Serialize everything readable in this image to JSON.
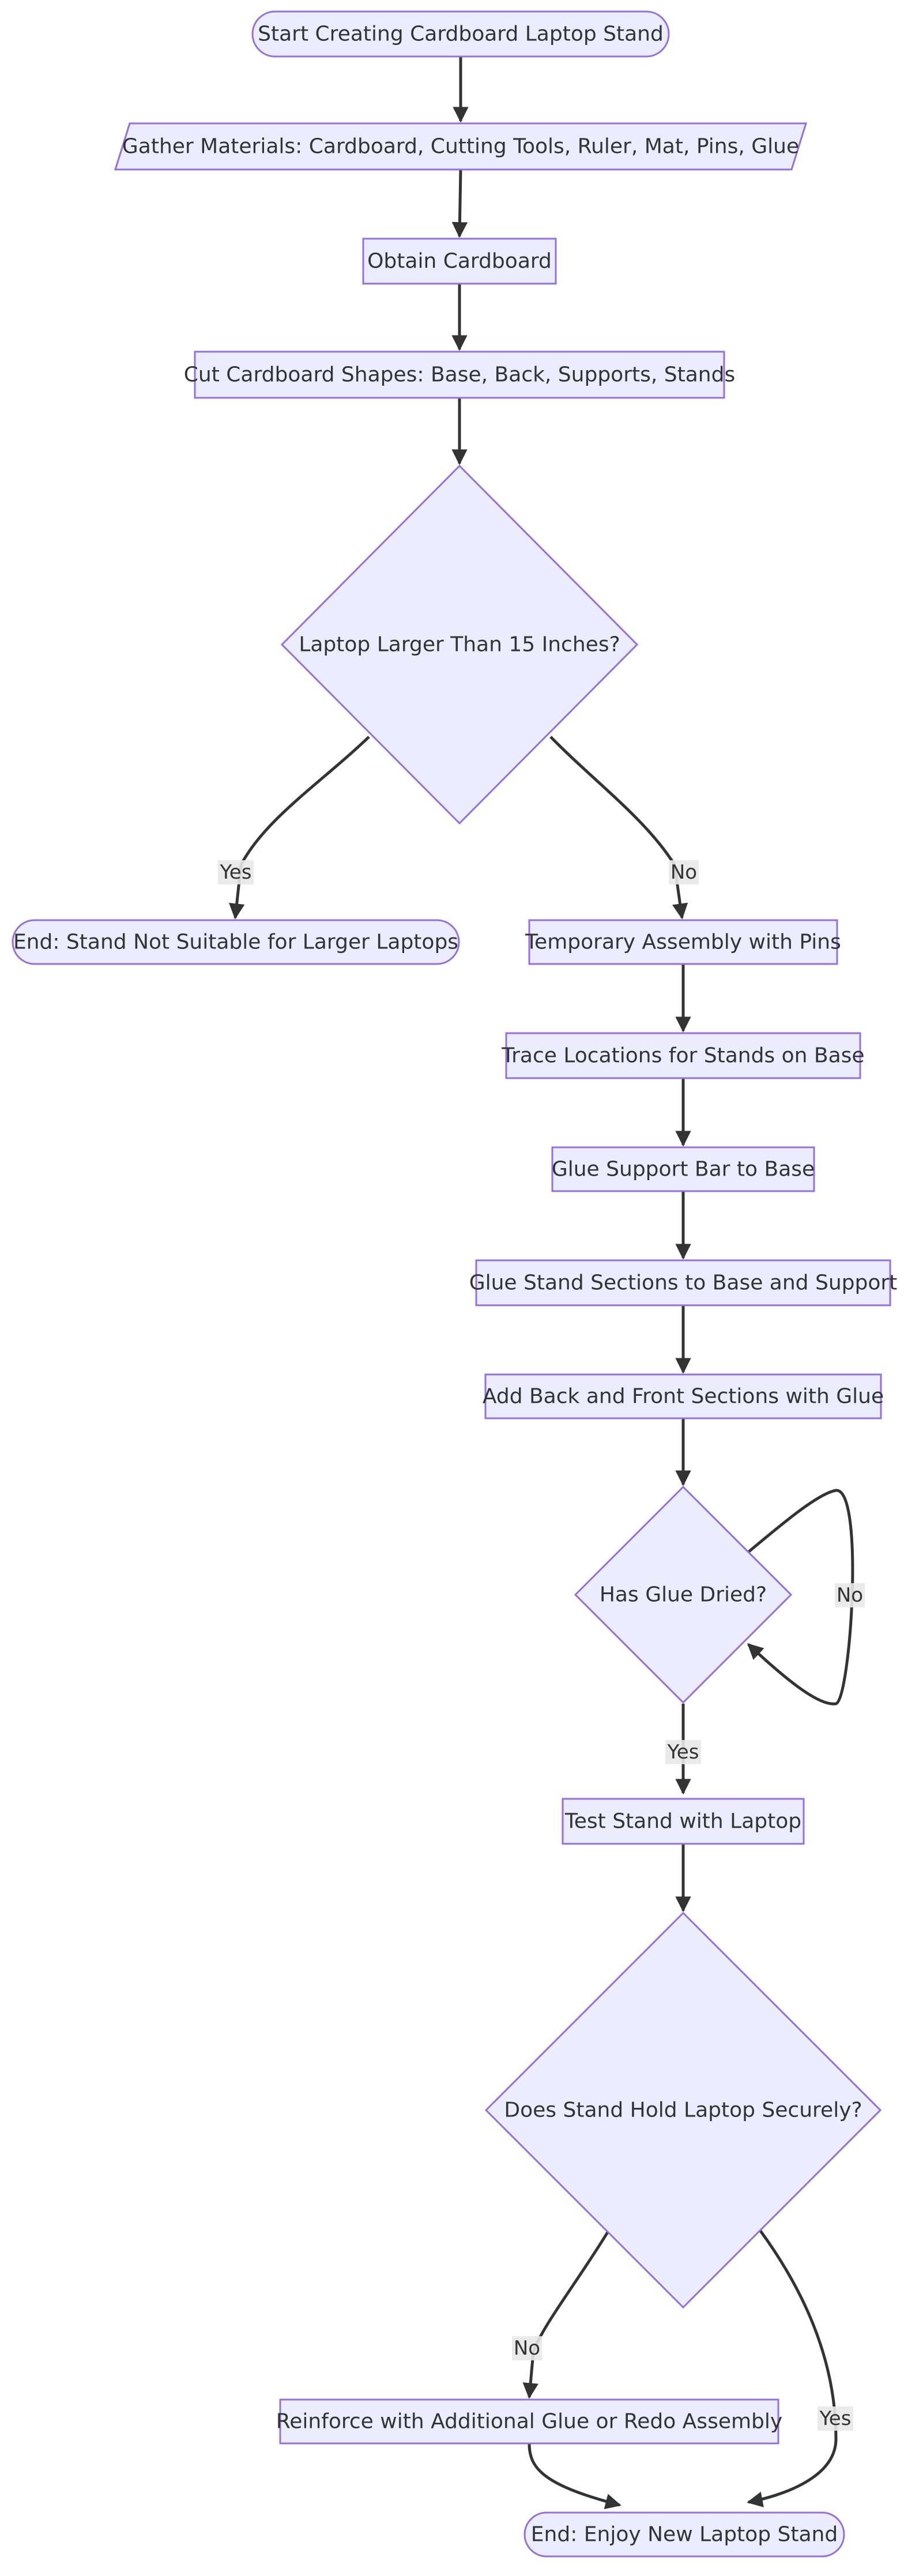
{
  "diagram": {
    "nodes": {
      "start": "Start Creating Cardboard Laptop Stand",
      "gather": "Gather Materials: Cardboard, Cutting Tools, Ruler, Mat, Pins, Glue",
      "obtain": "Obtain Cardboard",
      "cut": "Cut Cardboard Shapes: Base, Back, Supports, Stands",
      "larger": "Laptop Larger Than 15 Inches?",
      "end_unsuitable": "End: Stand Not Suitable for Larger Laptops",
      "temp": "Temporary Assembly with Pins",
      "trace": "Trace Locations for Stands on Base",
      "support": "Glue Support Bar to Base",
      "stands": "Glue Stand Sections to Base and Support",
      "backfront": "Add Back and Front Sections with Glue",
      "dried": "Has Glue Dried?",
      "test": "Test Stand with Laptop",
      "secure": "Does Stand Hold Laptop Securely?",
      "reinforce": "Reinforce with Additional Glue or Redo Assembly",
      "end_enjoy": "End: Enjoy New Laptop Stand"
    },
    "edge_labels": {
      "larger_yes": "Yes",
      "larger_no": "No",
      "dried_no": "No",
      "dried_yes": "Yes",
      "secure_no": "No",
      "secure_yes": "Yes"
    }
  }
}
